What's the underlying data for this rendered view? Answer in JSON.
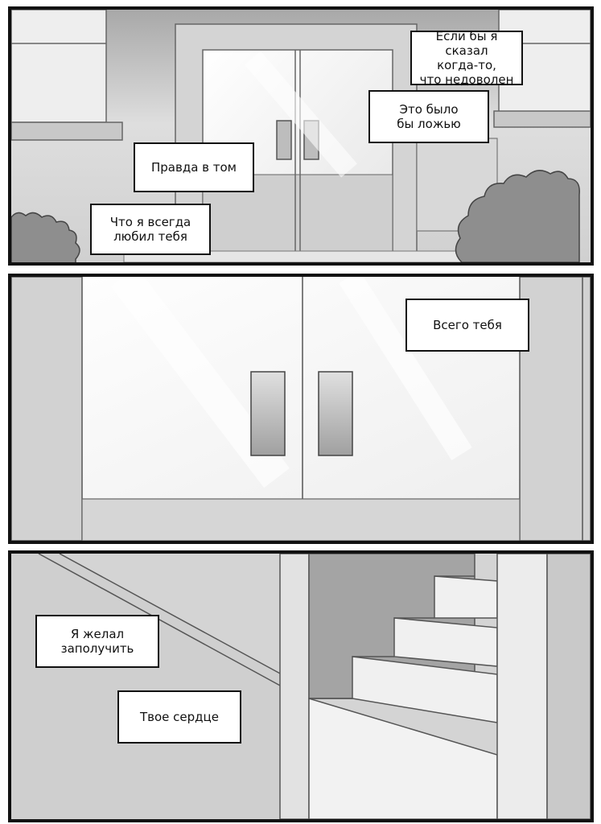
{
  "panels": [
    {
      "captions": [
        "Если бы я сказал\nкогда-то,\nчто недоволен",
        "Это было\nбы ложью",
        "Правда в том",
        "Что я всегда\nлюбил тебя"
      ]
    },
    {
      "captions": [
        "Всего тебя"
      ]
    },
    {
      "captions": [
        "Я желал\nзаполучить",
        "Твое сердце"
      ]
    }
  ],
  "colors": {
    "border": "#111111",
    "wall": "#d9d9d9",
    "glass": "#f4f4f4",
    "bush": "#8a8a8a",
    "shadow": "#9c9c9c"
  }
}
